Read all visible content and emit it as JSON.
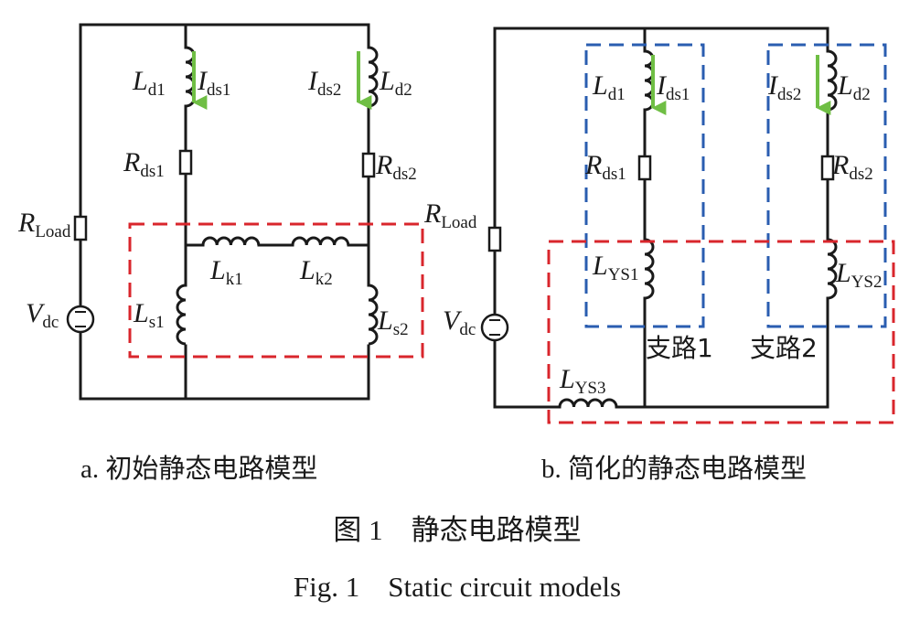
{
  "figure": {
    "caption_cn": "图 1　静态电路模型",
    "caption_en": "Fig. 1　Static circuit models"
  },
  "circuit_a": {
    "caption": "a. 初始静态电路模型",
    "labels": {
      "Ld1": {
        "main": "L",
        "sub": "d1"
      },
      "Ids1": {
        "main": "I",
        "sub": "ds1"
      },
      "Ids2": {
        "main": "I",
        "sub": "ds2"
      },
      "Ld2": {
        "main": "L",
        "sub": "d2"
      },
      "Rds1": {
        "main": "R",
        "sub": "ds1"
      },
      "Rds2": {
        "main": "R",
        "sub": "ds2"
      },
      "RLoad": {
        "main": "R",
        "sub": "Load"
      },
      "Lk1": {
        "main": "L",
        "sub": "k1"
      },
      "Lk2": {
        "main": "L",
        "sub": "k2"
      },
      "Ls1": {
        "main": "L",
        "sub": "s1"
      },
      "Ls2": {
        "main": "L",
        "sub": "s2"
      },
      "Vdc": {
        "main": "V",
        "sub": "dc"
      }
    }
  },
  "circuit_b": {
    "caption": "b. 简化的静态电路模型",
    "labels": {
      "Ld1": {
        "main": "L",
        "sub": "d1"
      },
      "Ids1": {
        "main": "I",
        "sub": "ds1"
      },
      "Ids2": {
        "main": "I",
        "sub": "ds2"
      },
      "Ld2": {
        "main": "L",
        "sub": "d2"
      },
      "Rds1": {
        "main": "R",
        "sub": "ds1"
      },
      "Rds2": {
        "main": "R",
        "sub": "ds2"
      },
      "RLoad": {
        "main": "R",
        "sub": "Load"
      },
      "LYS1": {
        "main": "L",
        "sub": "YS1"
      },
      "LYS2": {
        "main": "L",
        "sub": "YS2"
      },
      "LYS3": {
        "main": "L",
        "sub": "YS3"
      },
      "Vdc": {
        "main": "V",
        "sub": "dc"
      }
    },
    "branch1": "支路1",
    "branch2": "支路2"
  },
  "colors": {
    "wire": "#1a1a1a",
    "arrow": "#6fbe44",
    "red_box": "#d9262c",
    "blue_box": "#2a5db0"
  }
}
